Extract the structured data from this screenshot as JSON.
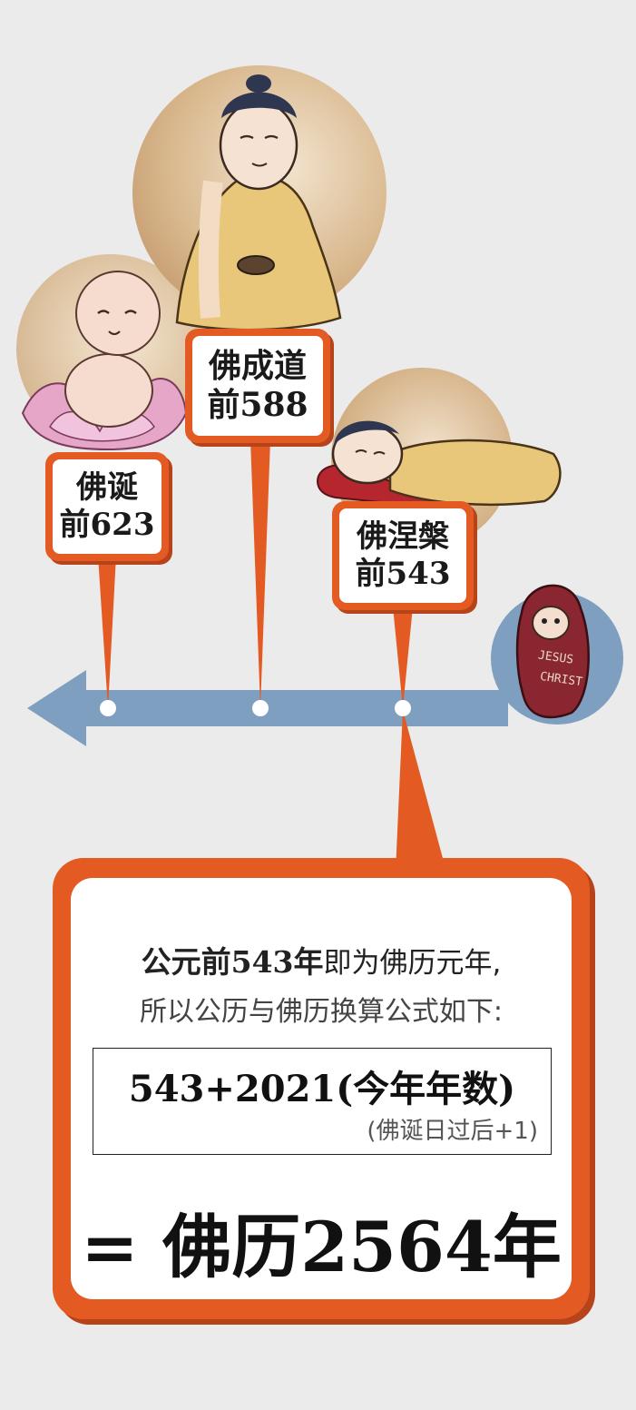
{
  "events": {
    "birth": {
      "line1": "佛诞",
      "line2": "前623"
    },
    "enlightenment": {
      "line1": "佛成道",
      "line2": "前588"
    },
    "nirvana": {
      "line1": "佛涅槃",
      "line2": "前543"
    }
  },
  "jesus_label": {
    "line1": "JESUS",
    "line2": "CHRIST"
  },
  "result": {
    "line1_bold": "公元前543年",
    "line1_rest": "即为佛历元年,",
    "line2": "所以公历与佛历换算公式如下:",
    "formula": "543+2021(今年年数)",
    "note": "(佛诞日过后+1)",
    "answer": "= 佛历2564年"
  },
  "colors": {
    "accent_orange": "#e35a22",
    "timeline_blue": "#7e9fbf",
    "background": "#ebebeb",
    "robe": "#e8c77a",
    "lotus_pink": "#e6a6c8",
    "jesus_red": "#8a2630"
  }
}
